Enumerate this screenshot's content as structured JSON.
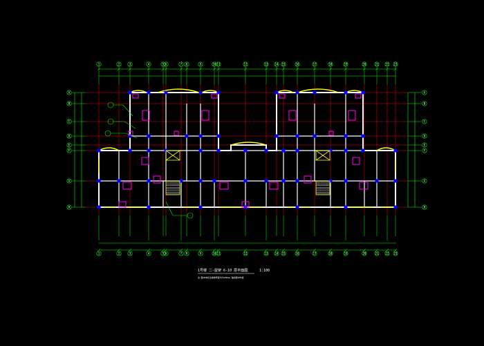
{
  "drawing": {
    "title": "1号楼 二-屋架 6-10 层平面图",
    "scale": "1:100",
    "note": "注:图中未标注墙体厚度均为200mm,轴线居中布置",
    "colors": {
      "background": "#000000",
      "axis_grid": "#ff0000",
      "walls": "#ffffff",
      "dimension": "#00ff00",
      "windows": "#ffff00",
      "columns": "#0000ff",
      "fixtures": "#ff00ff",
      "bubbles": "#00ff00"
    },
    "column_axes": [
      "1",
      "2",
      "3",
      "4",
      "5",
      "6",
      "7",
      "8",
      "9",
      "10",
      "11",
      "12",
      "13",
      "14",
      "15",
      "16",
      "17",
      "18",
      "19",
      "20",
      "21",
      "22",
      "23"
    ],
    "row_axes_left": [
      "A",
      "B",
      "C",
      "D",
      "E",
      "F",
      "G",
      "H"
    ],
    "row_axes_right": [
      "A",
      "B",
      "C",
      "D",
      "E",
      "F",
      "G",
      "H"
    ]
  }
}
